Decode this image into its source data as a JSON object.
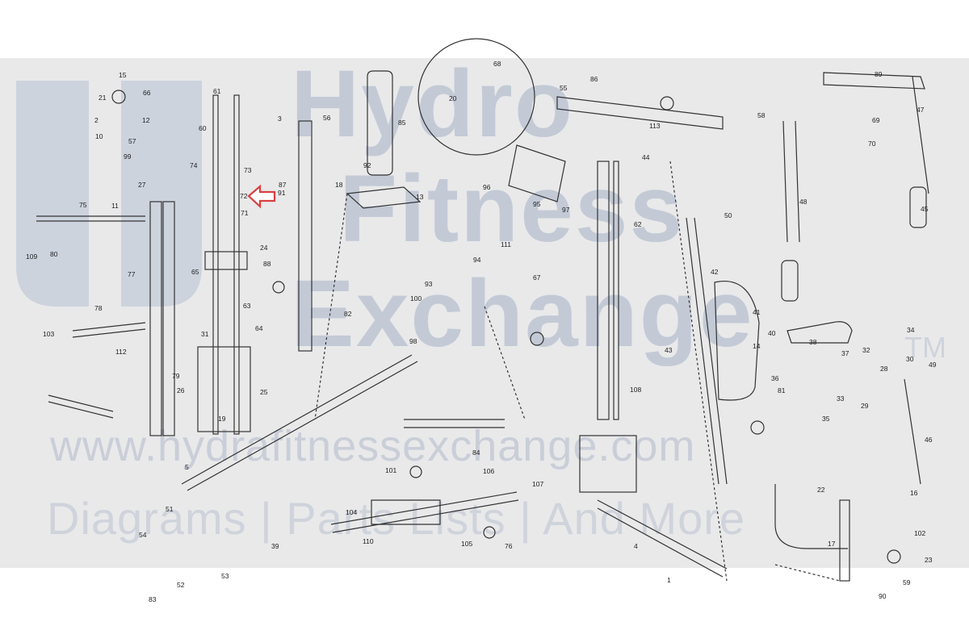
{
  "watermark": {
    "line1": "Hydro",
    "line2": "Fitness",
    "line3": "Exchange",
    "trademark": "TM",
    "url": "www.hydrafitnessexchange.com",
    "tagline": "Diagrams | Parts Lists | And More"
  },
  "colors": {
    "line": "#333333",
    "band": "#e9e9ea",
    "watermark": "#c3cad6",
    "highlight_arrow": "#d94040"
  },
  "highlight": {
    "icon": "arrow-left-icon",
    "points_to_part": "72"
  },
  "part_numbers": [
    "1",
    "2",
    "3",
    "4",
    "5",
    "10",
    "11",
    "12",
    "13",
    "14",
    "15",
    "16",
    "17",
    "18",
    "19",
    "20",
    "21",
    "22",
    "23",
    "24",
    "25",
    "26",
    "27",
    "28",
    "29",
    "30",
    "31",
    "32",
    "33",
    "34",
    "35",
    "36",
    "37",
    "38",
    "39",
    "40",
    "41",
    "42",
    "43",
    "44",
    "45",
    "46",
    "47",
    "48",
    "49",
    "50",
    "51",
    "52",
    "53",
    "54",
    "55",
    "56",
    "57",
    "58",
    "59",
    "60",
    "61",
    "62",
    "63",
    "64",
    "65",
    "66",
    "67",
    "68",
    "69",
    "70",
    "71",
    "72",
    "73",
    "74",
    "75",
    "76",
    "77",
    "78",
    "79",
    "80",
    "81",
    "82",
    "83",
    "84",
    "85",
    "86",
    "87",
    "88",
    "89",
    "90",
    "91",
    "92",
    "93",
    "94",
    "95",
    "96",
    "97",
    "98",
    "99",
    "100",
    "101",
    "102",
    "103",
    "104",
    "105",
    "106",
    "107",
    "108",
    "109",
    "110",
    "111",
    "112",
    "113"
  ]
}
